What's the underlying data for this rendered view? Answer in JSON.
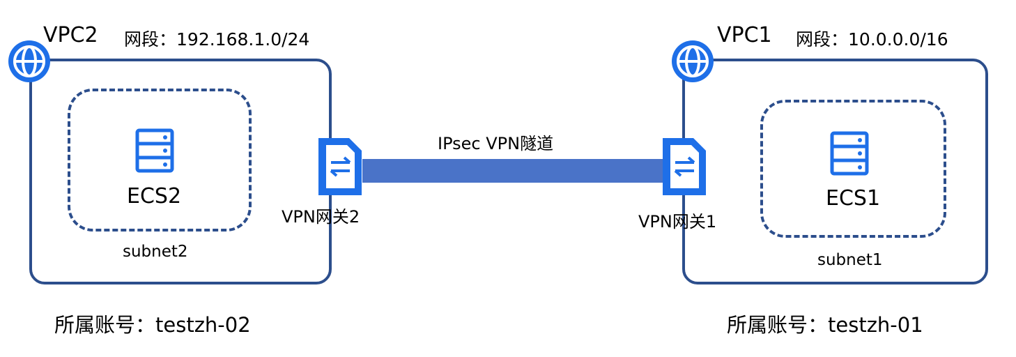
{
  "vpc2": {
    "name": "VPC2",
    "segment_label": "网段：",
    "segment_value": "192.168.1.0/24",
    "ecs_label": "ECS2",
    "subnet_label": "subnet2",
    "gateway_label": "VPN网关2",
    "account_label": "所属账号：",
    "account_value": "testzh-02"
  },
  "vpc1": {
    "name": "VPC1",
    "segment_label": "网段：",
    "segment_value": "10.0.0.0/16",
    "ecs_label": "ECS1",
    "subnet_label": "subnet1",
    "gateway_label": "VPN网关1",
    "account_label": "所属账号：",
    "account_value": "testzh-01"
  },
  "tunnel": {
    "label": "IPsec VPN隧道"
  },
  "icons": {
    "vpc": "globe-icon",
    "ecs": "server-icon",
    "gateway": "vpn-gateway-icon"
  },
  "colors": {
    "box_border": "#2c4e8c",
    "icon_blue": "#1e6fe8",
    "tunnel": "#4a73c8"
  }
}
